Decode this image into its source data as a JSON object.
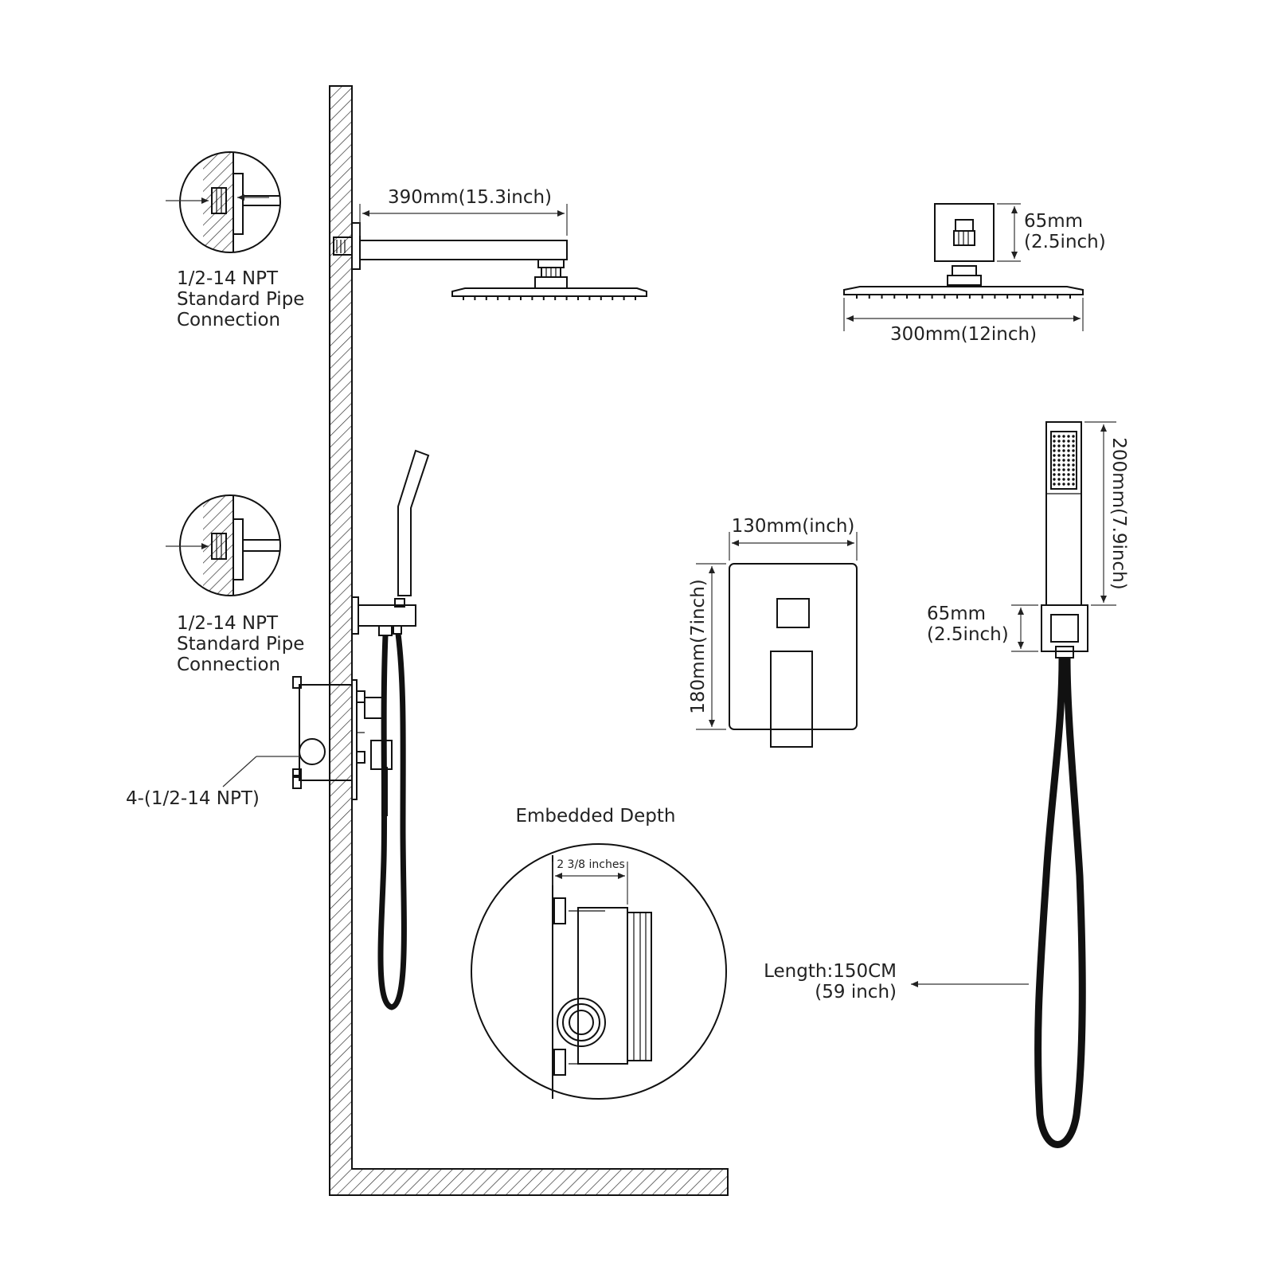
{
  "colors": {
    "line": "#111111",
    "text": "#222222",
    "background": "#ffffff",
    "hose": "#111111"
  },
  "labels": {
    "arm_length": "390mm(15.3inch)",
    "npt_top": [
      "1/2-14 NPT",
      "Standard Pipe",
      "Connection"
    ],
    "npt_mid": [
      "1/2-14 NPT",
      "Standard Pipe",
      "Connection"
    ],
    "valve_ports": "4-(1/2-14 NPT)",
    "head_height": [
      "65mm",
      "(2.5inch)"
    ],
    "head_width": "300mm(12inch)",
    "trim_width": "130mm(inch)",
    "trim_height": "180mm(7inch)",
    "handheld_length": "200mm(7.9inch)",
    "holder_height": [
      "65mm",
      "(2.5inch)"
    ],
    "embedded_title": "Embedded Depth",
    "embedded_depth": "2 3/8 inches",
    "hose_length": [
      "Length:150CM",
      "(59 inch)"
    ]
  }
}
